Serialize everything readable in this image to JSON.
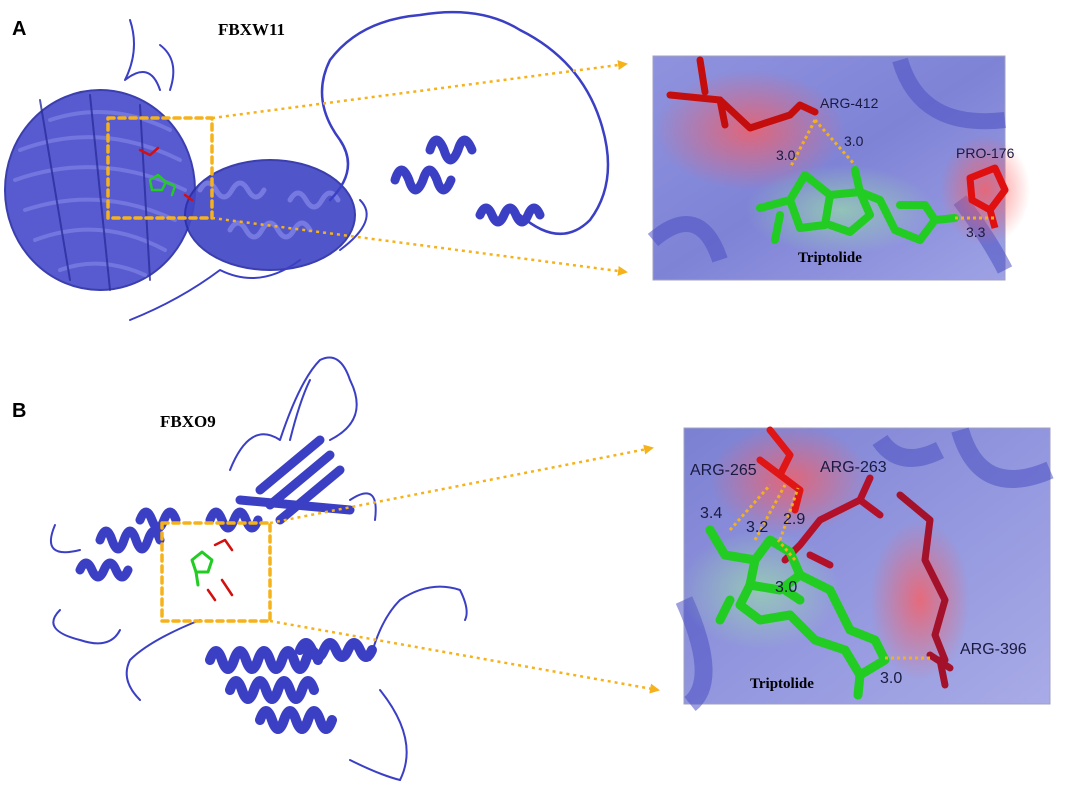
{
  "panels": [
    {
      "letter": "A",
      "protein": "FBXW11",
      "ligand": "Triptolide",
      "residues": [
        {
          "name": "ARG-412",
          "color": "#d40f0f"
        },
        {
          "name": "PRO-176",
          "color": "#d40f0f"
        }
      ],
      "distances": [
        "3.0",
        "3.0",
        "3.3"
      ]
    },
    {
      "letter": "B",
      "protein": "FBXO9",
      "ligand": "Triptolide",
      "residues": [
        {
          "name": "ARG-265",
          "color": "#e01515"
        },
        {
          "name": "ARG-263",
          "color": "#b3102a"
        },
        {
          "name": "ARG-396",
          "color": "#a3112a"
        }
      ],
      "distances": [
        "3.4",
        "3.2",
        "2.9",
        "3.0",
        "3.0"
      ]
    }
  ],
  "colors": {
    "protein": "#3b3fc4",
    "ligand": "#22cc22",
    "residue": "#d40f0f",
    "hbond": "#f2b01e",
    "box": "#f5b21a",
    "pocket_bg": "#7f83d8"
  }
}
